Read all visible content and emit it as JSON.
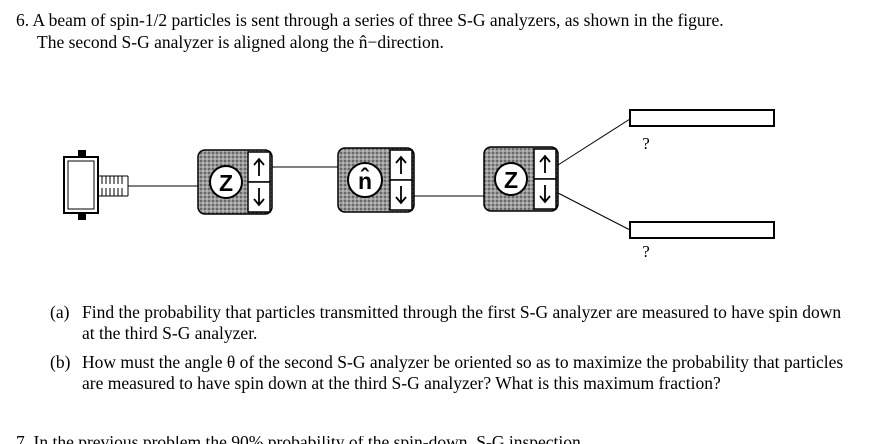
{
  "problem": {
    "number": "6.",
    "line1": "A beam of spin-1/2 particles is sent through a series of three S-G analyzers, as shown in the figure.",
    "line2": "The second S-G analyzer is aligned along the n̂−direction."
  },
  "figure": {
    "analyzers": [
      {
        "label": "Z"
      },
      {
        "label": "n̂"
      },
      {
        "label": "Z"
      }
    ],
    "output_upper_label": "?",
    "output_lower_label": "?"
  },
  "parts": [
    {
      "label": "(a)",
      "text": "Find the probability that particles transmitted through the first S-G analyzer are measured to have spin down at the third S-G analyzer."
    },
    {
      "label": "(b)",
      "text": "How must the angle θ of the second S-G analyzer be oriented so as to maximize the probability that particles are measured to have spin down at the third S-G analyzer? What is this maximum fraction?"
    }
  ],
  "next_problem_partial": "7. In the previous problem the 90% probability of the spin-down, S-G inspection..."
}
